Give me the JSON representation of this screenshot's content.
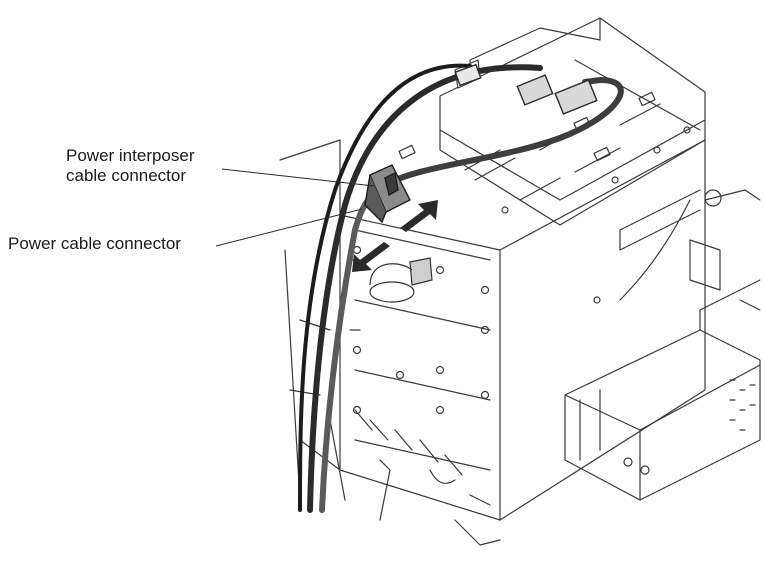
{
  "labels": {
    "interposer_line1": "Power interposer",
    "interposer_line2": "cable connector",
    "power_cable": "Power cable connector"
  },
  "colors": {
    "line": "#2b2b2b",
    "cable": "#1c1c1c",
    "cable_gray": "#555555",
    "arrow": "#2a2a2a"
  }
}
